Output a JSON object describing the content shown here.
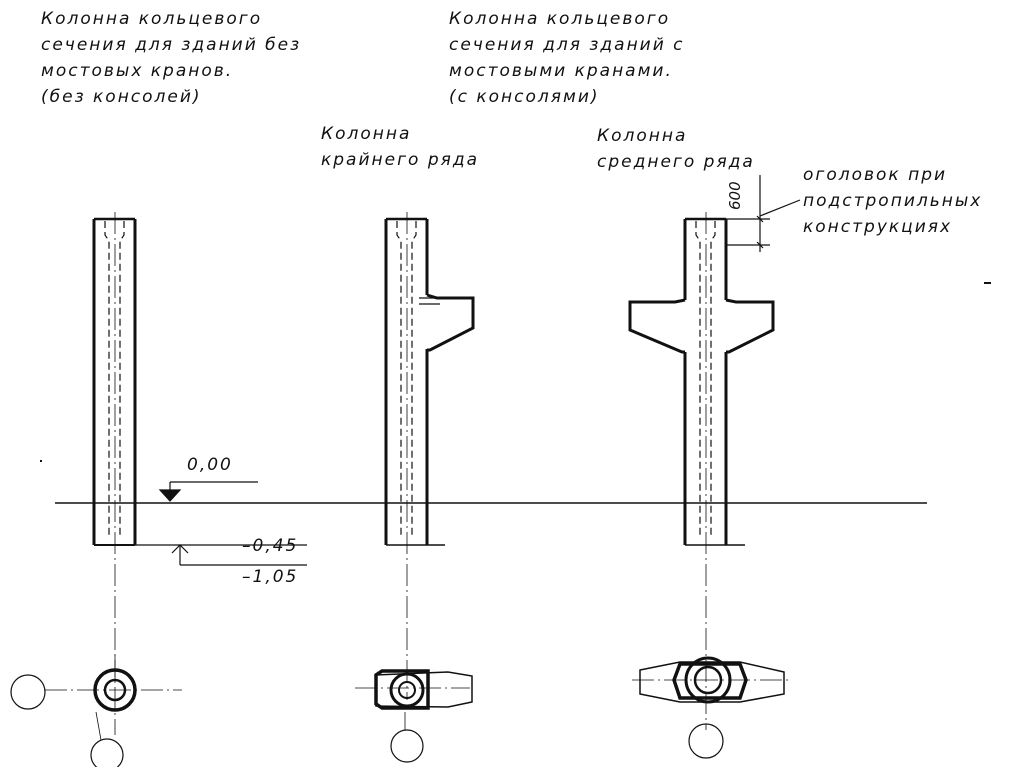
{
  "headers": {
    "no_cranes": [
      "Колонна кольцевого",
      "сечения для зданий без",
      "мостовых кранов.",
      "(без консолей)"
    ],
    "with_cranes": [
      "Колонна кольцевого",
      "сечения для зданий с",
      "мостовыми кранами.",
      "(с консолями)"
    ]
  },
  "column_labels": {
    "edge_row": [
      "Колонна",
      "крайнего ряда"
    ],
    "middle_row": [
      "Колонна",
      "среднего ряда"
    ]
  },
  "head_note": [
    "оголовок при",
    "подстропильных",
    "конструкциях"
  ],
  "dimensions": {
    "head_height": "600",
    "ground_level": "0,00",
    "bottom_level": "–0,45",
    "foundation_level": "–1,05"
  }
}
